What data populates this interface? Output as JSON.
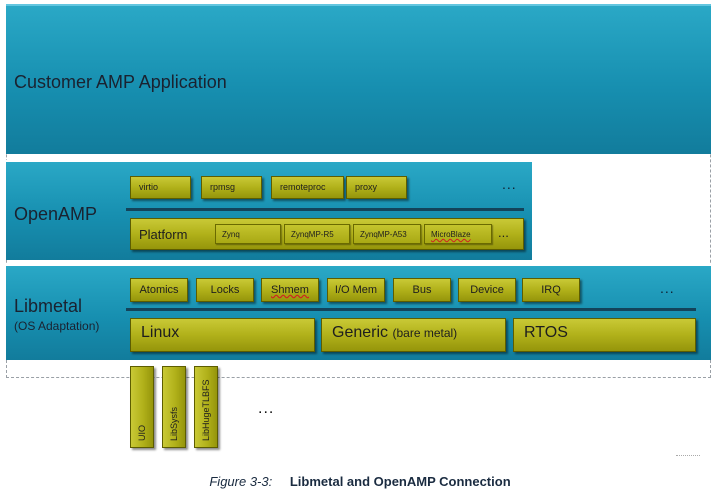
{
  "customer": {
    "title": "Customer AMP Application"
  },
  "openamp": {
    "title": "OpenAMP",
    "modules": [
      "virtio",
      "rpmsg",
      "remoteproc",
      "proxy"
    ],
    "ellipsis": "...",
    "platform": {
      "label": "Platform",
      "items": [
        "Zynq",
        "ZynqMP-R5",
        "ZynqMP-A53",
        "MicroBlaze"
      ],
      "ellipsis": "..."
    }
  },
  "libmetal": {
    "title": "Libmetal",
    "subtitle": "(OS Adaptation)",
    "modules": [
      "Atomics",
      "Locks",
      "Shmem",
      "I/O Mem",
      "Bus",
      "Device",
      "IRQ"
    ],
    "ellipsis": "...",
    "os": {
      "linux": "Linux",
      "generic": "Generic",
      "generic_note": "(bare metal)",
      "rtos": "RTOS"
    }
  },
  "linux_libs": [
    "UIO",
    "LibSysfs",
    "LibHugeTLBFS"
  ],
  "linux_libs_ellipsis": "...",
  "caption": {
    "label": "Figure 3-3:",
    "text": "Libmetal and OpenAMP Connection"
  },
  "colors": {
    "panel": "#178fb0",
    "box": "#b1b11a",
    "divider": "#13435a"
  }
}
